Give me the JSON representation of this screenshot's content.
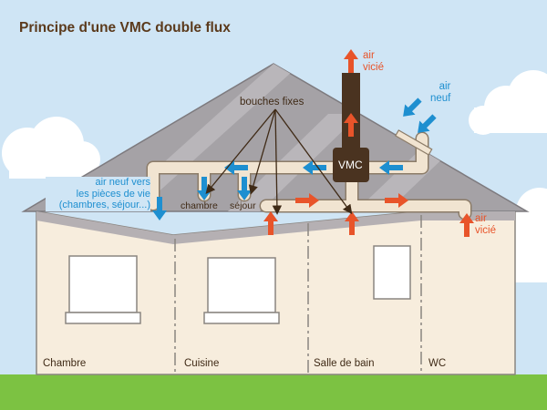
{
  "title": "Principe d'une VMC double flux",
  "unit_label": "VMC",
  "annotations": {
    "air_vicie_top": [
      "air",
      "vicié"
    ],
    "air_neuf_right": [
      "air",
      "neuf"
    ],
    "bouches_fixes": "bouches fixes",
    "air_neuf_pieces": [
      "air neuf vers",
      "les pièces de vie",
      "(chambres, séjour...)"
    ],
    "chambre": "chambre",
    "sejour": "séjour",
    "air_vicie_right": [
      "air",
      "vicié"
    ]
  },
  "rooms": [
    "Chambre",
    "Cuisine",
    "Salle de bain",
    "WC"
  ],
  "colors": {
    "sky": "#cfe5f5",
    "house": "#f7eddd",
    "roof": "#a5a2a6",
    "duct": "#f1e4d1",
    "vmc_box": "#4a3320",
    "brown_text": "#5b3a1c",
    "fresh_air_arrow": "#1e8fd0",
    "stale_air_arrow": "#e8542a",
    "grass": "#7cc242"
  }
}
